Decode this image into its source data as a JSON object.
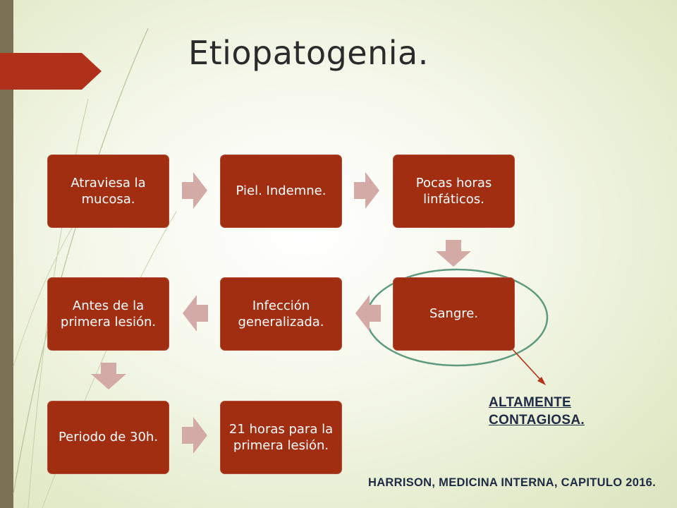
{
  "title": "Etiopatogenia.",
  "flow": {
    "steps": [
      "Atraviesa la mucosa.",
      "Piel. Indemne.",
      "Pocas horas linfáticos.",
      "Sangre.",
      "Infección generalizada.",
      "Antes de la primera lesión.",
      "Periodo de 30h.",
      "21 horas para la primera lesión."
    ]
  },
  "annotation": {
    "line1": "ALTAMENTE",
    "line2": "CONTAGIOSA."
  },
  "citation": "HARRISON, MEDICINA INTERNA, CAPITULO 2016.",
  "colors": {
    "box": "#a22e12",
    "arrow": "#d3aaa5",
    "circle": "#5f9a7e",
    "annotation_arrow": "#b5331a",
    "text_dark": "#1f2a44"
  }
}
